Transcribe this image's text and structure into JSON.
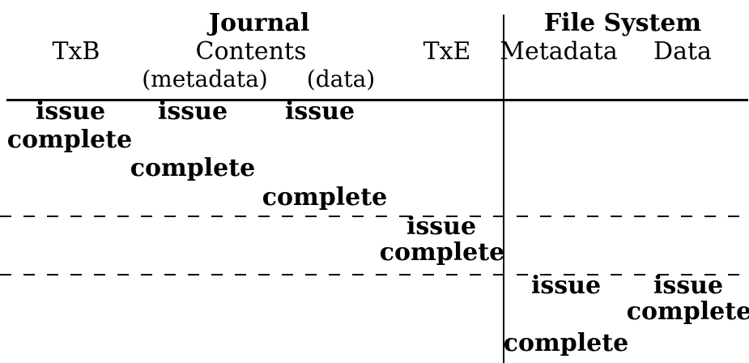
{
  "figure": {
    "description": "Data journaling timeline figure",
    "colors": {
      "background": "#ffffff",
      "text": "#000000",
      "lines": "#000000"
    }
  },
  "header": {
    "journal_group": "Journal",
    "file_system_group": "File System",
    "columns": {
      "txb": "TxB",
      "contents": "Contents",
      "contents_metadata": "(metadata)",
      "contents_data": "(data)",
      "txe": "TxE",
      "fs_metadata": "Metadata",
      "fs_data": "Data"
    }
  },
  "rows": [
    {
      "txb": "issue",
      "journal_metadata": "issue",
      "journal_data": "issue"
    },
    {
      "txb": "complete"
    },
    {
      "journal_metadata": "complete"
    },
    {
      "journal_data": "complete"
    },
    {
      "txe": "issue"
    },
    {
      "txe": "complete"
    },
    {
      "fs_metadata": "issue",
      "fs_data": "issue"
    },
    {
      "fs_data": "complete"
    },
    {
      "fs_metadata": "complete"
    }
  ]
}
